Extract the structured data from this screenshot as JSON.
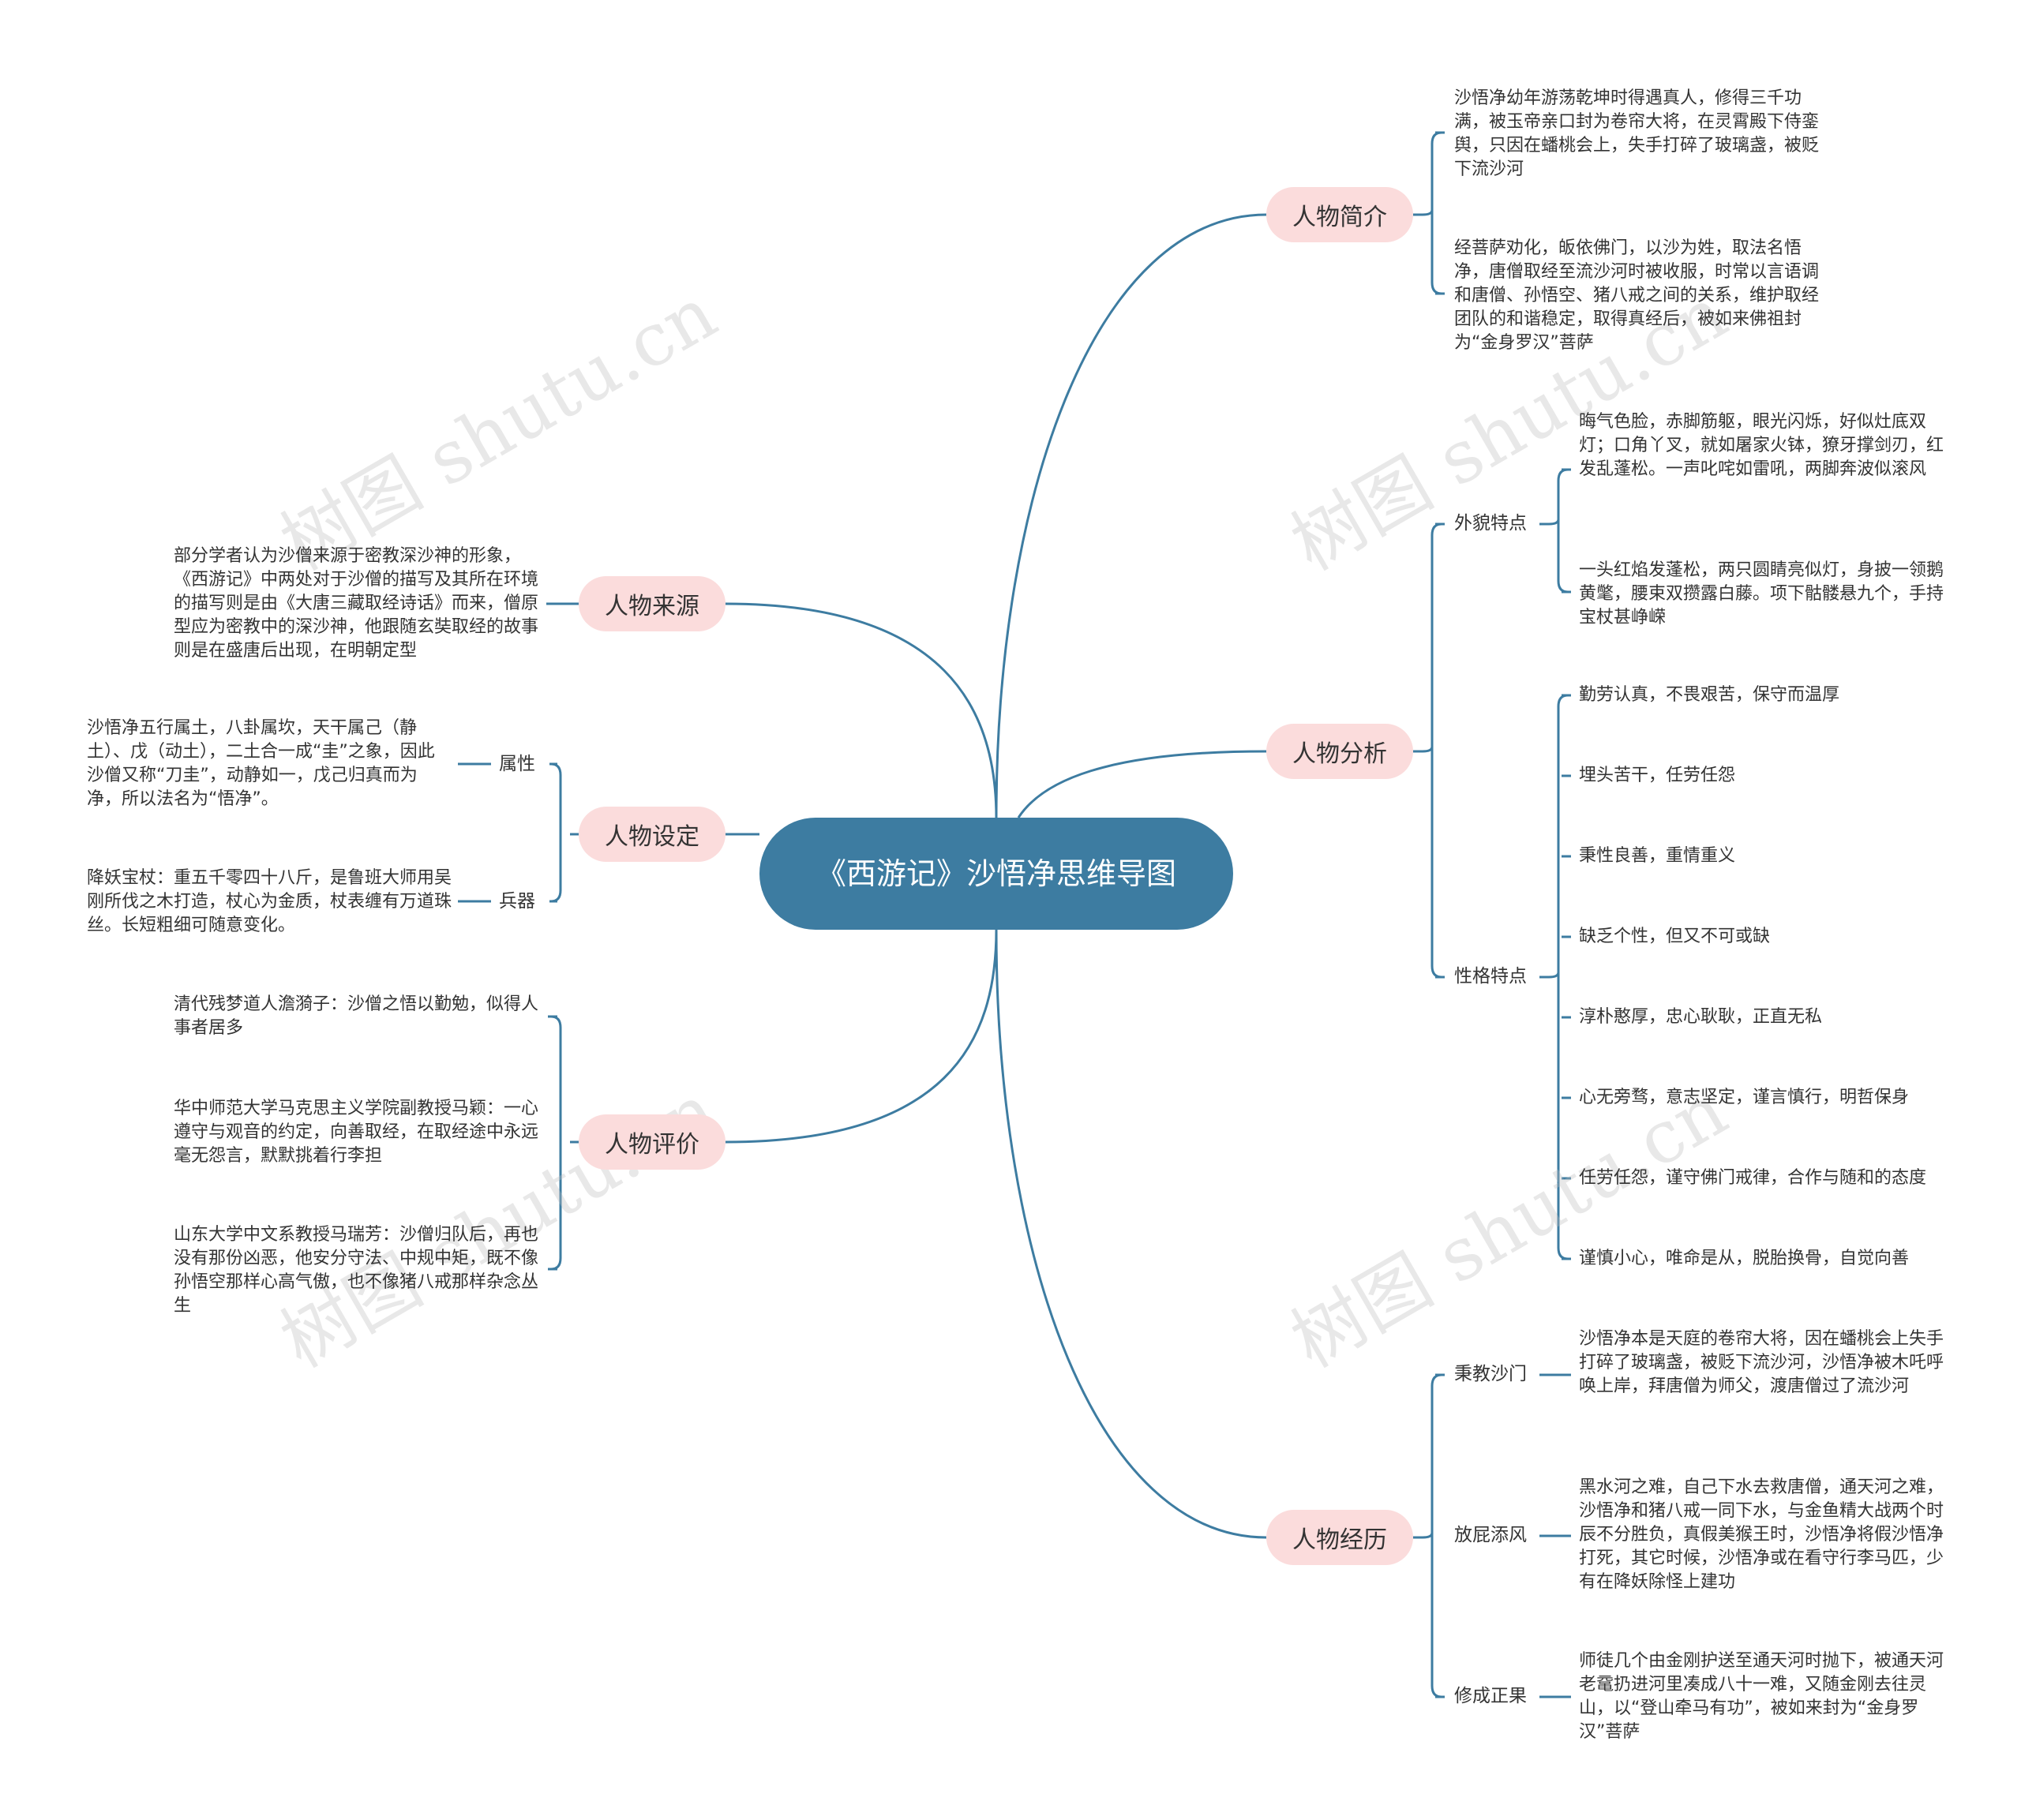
{
  "root": {
    "title": "《西游记》沙悟净思维导图"
  },
  "watermark": "树图 shutu.cn",
  "colors": {
    "root": "#3d7ca1",
    "branch": "#fbdcdc",
    "link": "#3d7ca1"
  },
  "right": {
    "intro": {
      "label": "人物简介",
      "leaves": [
        "沙悟净幼年游荡乾坤时得遇真人，修得三千功满，被玉帝亲口封为卷帘大将，在灵霄殿下侍銮舆，只因在蟠桃会上，失手打碎了玻璃盏，被贬下流沙河",
        "经菩萨劝化，皈依佛门，以沙为姓，取法名悟净，唐僧取经至流沙河时被收服，时常以言语调和唐僧、孙悟空、猪八戒之间的关系，维护取经团队的和谐稳定，取得真经后，被如来佛祖封为“金身罗汉”菩萨"
      ]
    },
    "analysis": {
      "label": "人物分析",
      "appearance": {
        "label": "外貌特点",
        "leaves": [
          "晦气色脸，赤脚筋躯，眼光闪烁，好似灶底双灯；口角丫叉，就如屠家火钵，獠牙撑剑刃，红发乱蓬松。一声叱咤如雷吼，两脚奔波似滚风",
          "一头红焰发蓬松，两只圆睛亮似灯，身披一领鹅黄氅，腰束双攒露白藤。项下骷髅悬九个，手持宝杖甚峥嵘"
        ]
      },
      "personality": {
        "label": "性格特点",
        "leaves": [
          "勤劳认真，不畏艰苦，保守而温厚",
          "埋头苦干，任劳任怨",
          "秉性良善，重情重义",
          "缺乏个性，但又不可或缺",
          "淳朴憨厚，忠心耿耿，正直无私",
          "心无旁骛，意志坚定，谨言慎行，明哲保身",
          "任劳任怨，谨守佛门戒律，合作与随和的态度",
          "谨慎小心，唯命是从，脱胎换骨，自觉向善"
        ]
      }
    },
    "experience": {
      "label": "人物经历",
      "items": [
        {
          "label": "秉教沙门",
          "text": "沙悟净本是天庭的卷帘大将，因在蟠桃会上失手打碎了玻璃盏，被贬下流沙河，沙悟净被木吒呼唤上岸，拜唐僧为师父，渡唐僧过了流沙河"
        },
        {
          "label": "放屁添风",
          "text": "黑水河之难，自己下水去救唐僧，通天河之难，沙悟净和猪八戒一同下水，与金鱼精大战两个时辰不分胜负，真假美猴王时，沙悟净将假沙悟净打死，其它时候，沙悟净或在看守行李马匹，少有在降妖除怪上建功"
        },
        {
          "label": "修成正果",
          "text": "师徒几个由金刚护送至通天河时抛下，被通天河老鼋扔进河里凑成八十一难，又随金刚去往灵山，以“登山牵马有功”，被如来封为“金身罗汉”菩萨"
        }
      ]
    }
  },
  "left": {
    "origin": {
      "label": "人物来源",
      "text": "部分学者认为沙僧来源于密教深沙神的形象，《西游记》中两处对于沙僧的描写及其所在环境的描写则是由《大唐三藏取经诗话》而来，僧原型应为密教中的深沙神，他跟随玄奘取经的故事则是在盛唐后出现，在明朝定型"
    },
    "setting": {
      "label": "人物设定",
      "items": [
        {
          "label": "属性",
          "text": "沙悟净五行属土，八卦属坎，天干属己（静土）、戊（动土），二土合一成“圭”之象，因此沙僧又称“刀圭”，动静如一，戊己归真而为净，所以法名为“悟净”。"
        },
        {
          "label": "兵器",
          "text": "降妖宝杖：重五千零四十八斤，是鲁班大师用吴刚所伐之木打造，杖心为金质，杖表缠有万道珠丝。长短粗细可随意变化。"
        }
      ]
    },
    "evaluation": {
      "label": "人物评价",
      "leaves": [
        "清代残梦道人澹漪子：沙僧之悟以勤勉，似得人事者居多",
        "华中师范大学马克思主义学院副教授马颖：一心遵守与观音的约定，向善取经，在取经途中永远毫无怨言，默默挑着行李担",
        "山东大学中文系教授马瑞芳：沙僧归队后，再也没有那份凶恶，他安分守法、中规中矩，既不像孙悟空那样心高气傲，也不像猪八戒那样杂念丛生"
      ]
    }
  }
}
